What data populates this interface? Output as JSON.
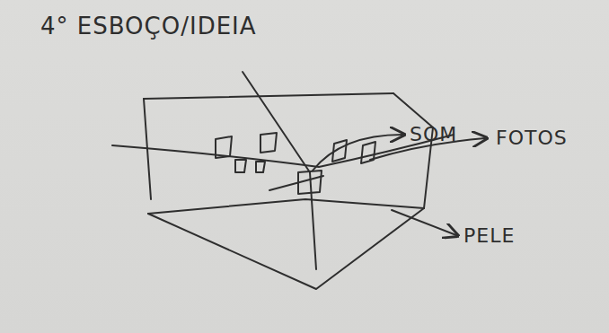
{
  "diagram": {
    "title": "4° ESBOÇO/IDEIA",
    "labels": [
      "SOM",
      "FOTOS",
      "PELE"
    ]
  }
}
